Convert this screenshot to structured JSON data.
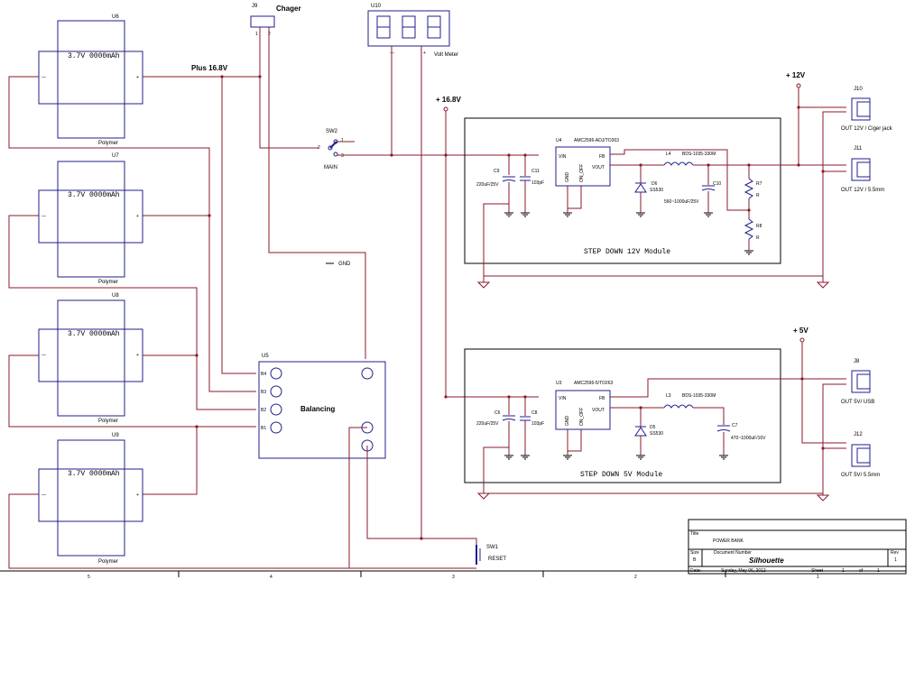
{
  "batteries": [
    {
      "ref": "U6",
      "label": "3.7V 0000mAh",
      "type": "Polymer"
    },
    {
      "ref": "U7",
      "label": "3.7V 0000mAh",
      "type": "Polymer"
    },
    {
      "ref": "U8",
      "label": "3.7V 0000mAh",
      "type": "Polymer"
    },
    {
      "ref": "U9",
      "label": "3.7V 0000mAh",
      "type": "Polymer"
    }
  ],
  "charger": {
    "ref": "J9",
    "label": "Chager"
  },
  "voltmeter": {
    "ref": "U10",
    "label": "Volt Meter"
  },
  "net_plus": "Plus 16.8V",
  "switch_main": {
    "ref": "SW2",
    "label": "MAIN"
  },
  "gnd_label": "GND",
  "balancer": {
    "ref": "U5",
    "label": "Balancing",
    "pins": [
      "B4",
      "B3",
      "B2",
      "B1"
    ]
  },
  "reset": {
    "ref": "SW1",
    "label": "RESET"
  },
  "rail_16v8": "+ 16.8V",
  "rail_12v": "+ 12V",
  "rail_5v": "+ 5V",
  "module12": {
    "title": "STEP DOWN 12V Module",
    "ic_ref": "U4",
    "ic_part": "AMC2596-ADJ/TO263",
    "pin_vin": "VIN",
    "pin_vout": "VOUT",
    "pin_fb": "FB",
    "pin_gnd": "GND",
    "pin_onoff": "ON_OFF",
    "c_in": "C9",
    "c_in_val": "220uF/25V",
    "c_hf": "C11",
    "c_hf_val": "103pF",
    "diode": "D6",
    "diode_val": "SS530",
    "ind": "L4",
    "ind_val": "BDS-1035-330M",
    "c_out": "C10",
    "c_out_val": "560~1000uF/25V",
    "r1": "R7",
    "r1_val": "R",
    "r2": "R8",
    "r2_val": "R"
  },
  "module5": {
    "title": "STEP DOWN 5V Module",
    "ic_ref": "U3",
    "ic_part": "AMC2596-5/TO263",
    "pin_vin": "VIN",
    "pin_vout": "VOUT",
    "pin_fb": "FB",
    "pin_gnd": "GND",
    "pin_onoff": "ON_OFF",
    "c_in": "C6",
    "c_in_val": "220uF/25V",
    "c_hf": "C8",
    "c_hf_val": "103pF",
    "diode": "D5",
    "diode_val": "SS530",
    "ind": "L3",
    "ind_val": "BDS-1035-330M",
    "c_out": "C7",
    "c_out_val": "470~1000uF/16V"
  },
  "outputs": [
    {
      "ref": "J10",
      "label": "OUT 12V / Ciger jack"
    },
    {
      "ref": "J11",
      "label": "OUT 12V / 5.5mm"
    },
    {
      "ref": "J8",
      "label": "OUT 5V/ USB"
    },
    {
      "ref": "J12",
      "label": "OUT 5V/ 5.5mm"
    }
  ],
  "title_block": {
    "title_hdr": "Title",
    "title": "POWER BANK",
    "size_hdr": "Size",
    "size": "B",
    "docnum_hdr": "Document Number",
    "docnum": "Silhouette",
    "rev_hdr": "Rev",
    "rev": "1",
    "date_hdr": "Date:",
    "date": "Sunday, May 06, 2012",
    "sheet_hdr": "Sheet",
    "sheet": "1",
    "of": "of",
    "sheet_total": "1"
  },
  "zone_labels": [
    "5",
    "4",
    "3",
    "2",
    "1"
  ]
}
